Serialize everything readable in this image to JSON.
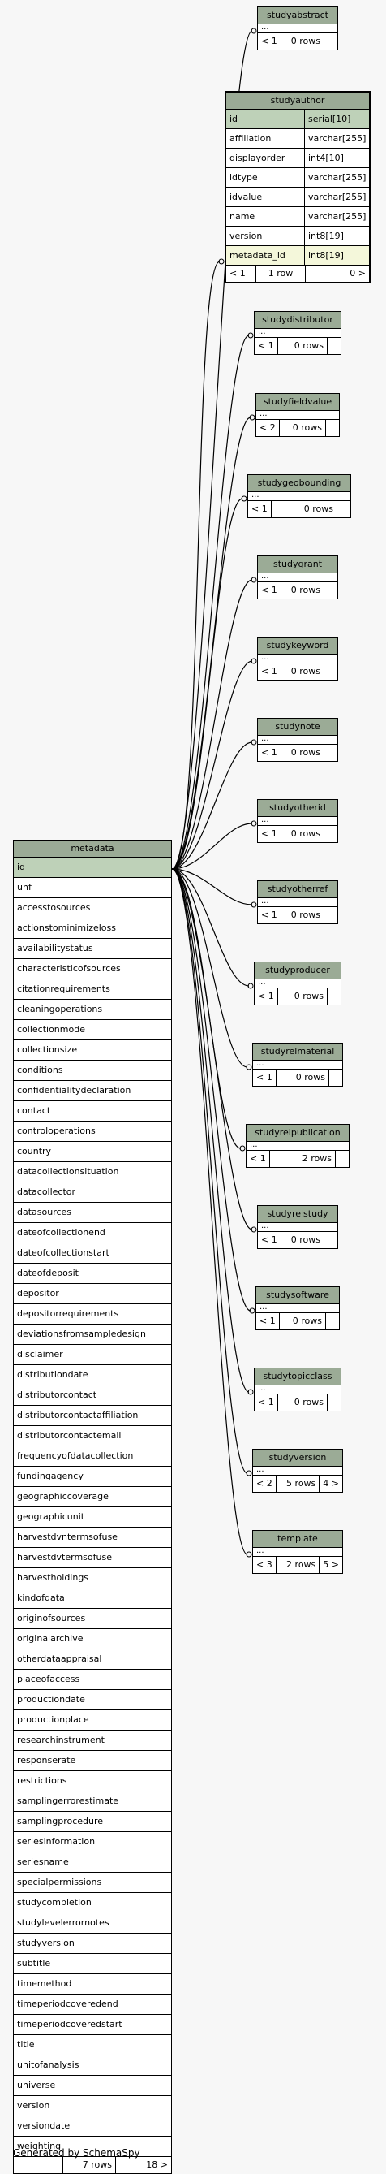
{
  "credit": "Generated by SchemaSpy",
  "studyauthor": {
    "name": "studyauthor",
    "columns": [
      {
        "name": "id",
        "type": "serial[10]"
      },
      {
        "name": "affiliation",
        "type": "varchar[255]"
      },
      {
        "name": "displayorder",
        "type": "int4[10]"
      },
      {
        "name": "idtype",
        "type": "varchar[255]"
      },
      {
        "name": "idvalue",
        "type": "varchar[255]"
      },
      {
        "name": "name",
        "type": "varchar[255]"
      },
      {
        "name": "version",
        "type": "int8[19]"
      },
      {
        "name": "metadata_id",
        "type": "int8[19]"
      }
    ],
    "footer": [
      "< 1",
      "1 row",
      "0 >"
    ]
  },
  "small_tables": [
    {
      "name": "studyabstract",
      "footer": [
        "< 1",
        "0 rows"
      ]
    },
    {
      "name": "studydistributor",
      "footer": [
        "< 1",
        "0 rows"
      ]
    },
    {
      "name": "studyfieldvalue",
      "footer": [
        "< 2",
        "0 rows"
      ]
    },
    {
      "name": "studygeobounding",
      "footer": [
        "< 1",
        "0 rows"
      ]
    },
    {
      "name": "studygrant",
      "footer": [
        "< 1",
        "0 rows"
      ]
    },
    {
      "name": "studykeyword",
      "footer": [
        "< 1",
        "0 rows"
      ]
    },
    {
      "name": "studynote",
      "footer": [
        "< 1",
        "0 rows"
      ]
    },
    {
      "name": "studyotherid",
      "footer": [
        "< 1",
        "0 rows"
      ]
    },
    {
      "name": "studyotherref",
      "footer": [
        "< 1",
        "0 rows"
      ]
    },
    {
      "name": "studyproducer",
      "footer": [
        "< 1",
        "0 rows"
      ]
    },
    {
      "name": "studyrelmaterial",
      "footer": [
        "< 1",
        "0 rows"
      ]
    },
    {
      "name": "studyrelpublication",
      "footer": [
        "< 1",
        "2 rows"
      ]
    },
    {
      "name": "studyrelstudy",
      "footer": [
        "< 1",
        "0 rows"
      ]
    },
    {
      "name": "studysoftware",
      "footer": [
        "< 1",
        "0 rows"
      ]
    },
    {
      "name": "studytopicclass",
      "footer": [
        "< 1",
        "0 rows"
      ]
    },
    {
      "name": "studyversion",
      "footer": [
        "< 2",
        "5 rows",
        "4 >"
      ]
    },
    {
      "name": "template",
      "footer": [
        "< 3",
        "2 rows",
        "5 >"
      ]
    }
  ],
  "ellipsis": "...",
  "metadata": {
    "name": "metadata",
    "columns": [
      "id",
      "unf",
      "accesstosources",
      "actionstominimizeloss",
      "availabilitystatus",
      "characteristicofsources",
      "citationrequirements",
      "cleaningoperations",
      "collectionmode",
      "collectionsize",
      "conditions",
      "confidentialitydeclaration",
      "contact",
      "controloperations",
      "country",
      "datacollectionsituation",
      "datacollector",
      "datasources",
      "dateofcollectionend",
      "dateofcollectionstart",
      "dateofdeposit",
      "depositor",
      "depositorrequirements",
      "deviationsfromsampledesign",
      "disclaimer",
      "distributiondate",
      "distributorcontact",
      "distributorcontactaffiliation",
      "distributorcontactemail",
      "frequencyofdatacollection",
      "fundingagency",
      "geographiccoverage",
      "geographicunit",
      "harvestdvntermsofuse",
      "harvestdvtermsofuse",
      "harvestholdings",
      "kindofdata",
      "originofsources",
      "originalarchive",
      "otherdataappraisal",
      "placeofaccess",
      "productiondate",
      "productionplace",
      "researchinstrument",
      "responserate",
      "restrictions",
      "samplingerrorestimate",
      "samplingprocedure",
      "seriesinformation",
      "seriesname",
      "specialpermissions",
      "studycompletion",
      "studylevelerrornotes",
      "studyversion",
      "subtitle",
      "timemethod",
      "timeperiodcoveredend",
      "timeperiodcoveredstart",
      "title",
      "unitofanalysis",
      "universe",
      "version",
      "versiondate",
      "weighting"
    ],
    "footer": [
      "",
      "7 rows",
      "18 >"
    ]
  }
}
